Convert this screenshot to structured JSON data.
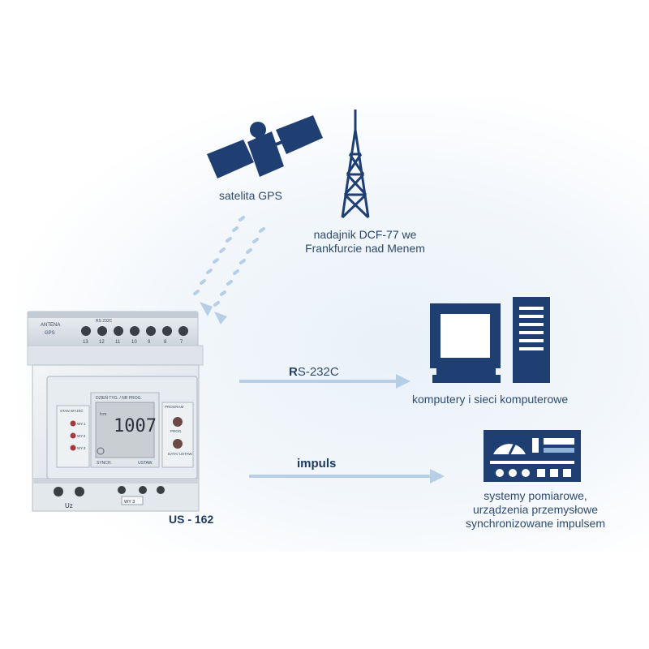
{
  "colors": {
    "navy": "#1f3f73",
    "navy_dark": "#142c55",
    "arrow": "#b6cfe7",
    "text": "#2f4a6e",
    "device_body": "#dde3ea",
    "lcd": "#c9ced3"
  },
  "icons": [
    "satellite-icon",
    "radio-tower-icon",
    "computer-icon",
    "measurement-equipment-icon",
    "signal-dots-icon"
  ],
  "satellite": {
    "label": "satelita GPS"
  },
  "transmitter": {
    "line1_prefix": "nadajnik ",
    "line1_highlight": "DCF-77",
    "line1_suffix": " we",
    "line2": "Frankfurcie nad Menem"
  },
  "links": {
    "rs232": {
      "prefix": "R",
      "rest": "S-232C"
    },
    "impuls": {
      "label": "impuls"
    }
  },
  "computer": {
    "label": "komputery i sieci komputerowe"
  },
  "systems": {
    "line1": "systemy pomiarowe,",
    "line2": "urządzenia przemysłowe",
    "line3": "synchronizowane impulsem"
  },
  "device": {
    "model": "US - 162",
    "antenna_label": "ANTENA",
    "gps_label": "GPS",
    "rs_label": "RS 232C",
    "terminal_labels": [
      "13",
      "12",
      "11",
      "10",
      "9",
      "8",
      "7"
    ],
    "display_value": "1007",
    "display_header": "DZIEŃ TYG. / NR PROG.",
    "display_unit": "h:m",
    "left_panel_title": "STAN WYJŚĆ",
    "outputs": [
      "WY.1",
      "WY.2",
      "WY.3"
    ],
    "synch_label": "SYNCH.",
    "ustaw_label": "USTAW.",
    "program_label": "PROGRAM",
    "prog_button": "PROG.",
    "datetime_button": "DATA/ USTAW.",
    "uz_label": "Uz",
    "bottom_tag": "WY 3"
  }
}
